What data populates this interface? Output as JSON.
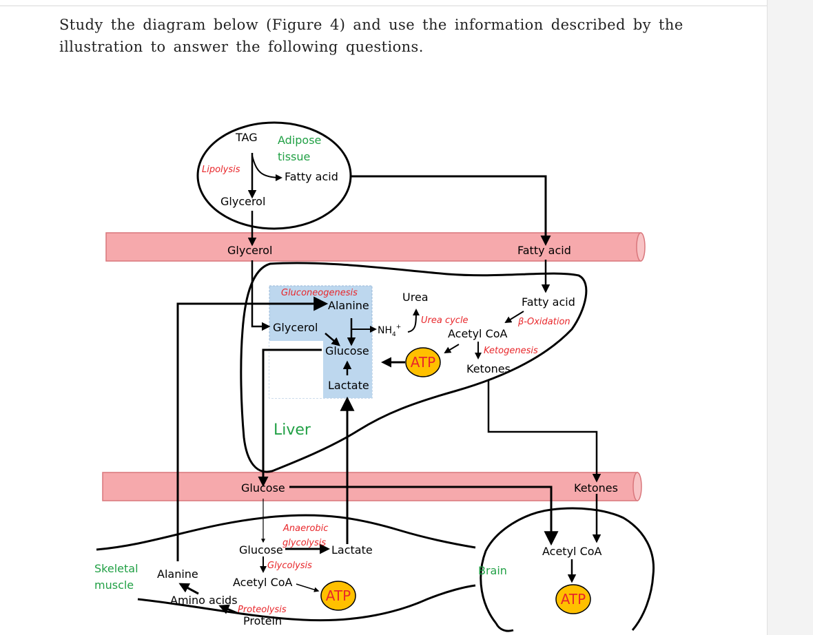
{
  "intro_text": "Study the diagram below (Figure 4) and use the information described by the illustration to answer the following questions.",
  "colors": {
    "vessel_fill": "#f6a9ac",
    "vessel_stroke": "#d9767b",
    "liver_panel": "#bdd7ee",
    "atp_fill": "#ffc000",
    "process_red": "#e8262a",
    "tissue_green": "#21a045"
  },
  "adipose": {
    "tag": "TAG",
    "tissue_label_1": "Adipose",
    "tissue_label_2": "tissue",
    "lipolysis": "Lipolysis",
    "fatty_acid": "Fatty acid",
    "glycerol": "Glycerol"
  },
  "blood_top": {
    "glycerol": "Glycerol",
    "fatty_acid": "Fatty acid"
  },
  "liver": {
    "label": "Liver",
    "gluconeogenesis": "Gluconeogenesis",
    "alanine": "Alanine",
    "glycerol": "Glycerol",
    "glucose": "Glucose",
    "lactate": "Lactate",
    "urea": "Urea",
    "urea_cycle": "Urea cycle",
    "nh4": "NH",
    "nh4_sub": "4",
    "nh4_sup": "+",
    "atp": "ATP",
    "fatty_acid": "Fatty acid",
    "beta_oxidation": "β-Oxidation",
    "acetyl_coa": "Acetyl CoA",
    "ketogenesis": "Ketogenesis",
    "ketones": "Ketones"
  },
  "blood_bottom": {
    "glucose": "Glucose",
    "ketones": "Ketones"
  },
  "muscle": {
    "label_1": "Skeletal",
    "label_2": "muscle",
    "anaerobic": "Anaerobic",
    "anaerobic_glycolysis": "glycolysis",
    "glucose": "Glucose",
    "lactate": "Lactate",
    "glycolysis": "Glycolysis",
    "alanine": "Alanine",
    "acetyl_coa": "Acetyl CoA",
    "atp": "ATP",
    "amino_acids": "Amino acids",
    "proteolysis": "Proteolysis",
    "protein": "Protein"
  },
  "brain": {
    "label": "Brain",
    "acetyl_coa": "Acetyl CoA",
    "atp": "ATP"
  }
}
